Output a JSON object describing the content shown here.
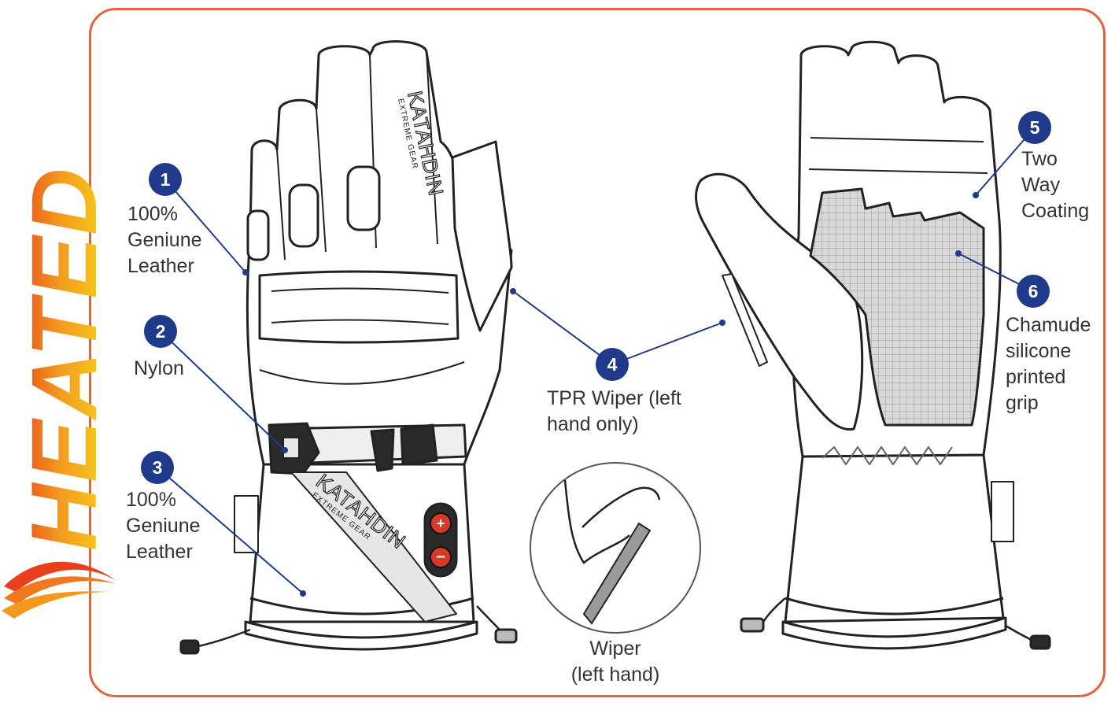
{
  "logo": {
    "text": "HEATED",
    "colors": {
      "top": "#e8401c",
      "mid": "#f39a1e",
      "bottom": "#f7d81c"
    }
  },
  "brand": {
    "name": "KATAHDIN",
    "tagline": "EXTREME GEAR"
  },
  "callouts": [
    {
      "number": "1",
      "label": "100%\nGeniune\nLeather"
    },
    {
      "number": "2",
      "label": "Nylon"
    },
    {
      "number": "3",
      "label": "100%\nGeniune\nLeather"
    },
    {
      "number": "4",
      "label": "TPR Wiper (left\nhand only)"
    },
    {
      "number": "5",
      "label": "Two\nWay\nCoating"
    },
    {
      "number": "6",
      "label": "Chamude\nsilicone\nprinted\ngrip"
    }
  ],
  "inset": {
    "label": "Wiper\n(left hand)"
  },
  "colors": {
    "frame": "#e2643a",
    "badge": "#1f3a8a",
    "leader": "#1f3a8a",
    "outline": "#222222"
  }
}
